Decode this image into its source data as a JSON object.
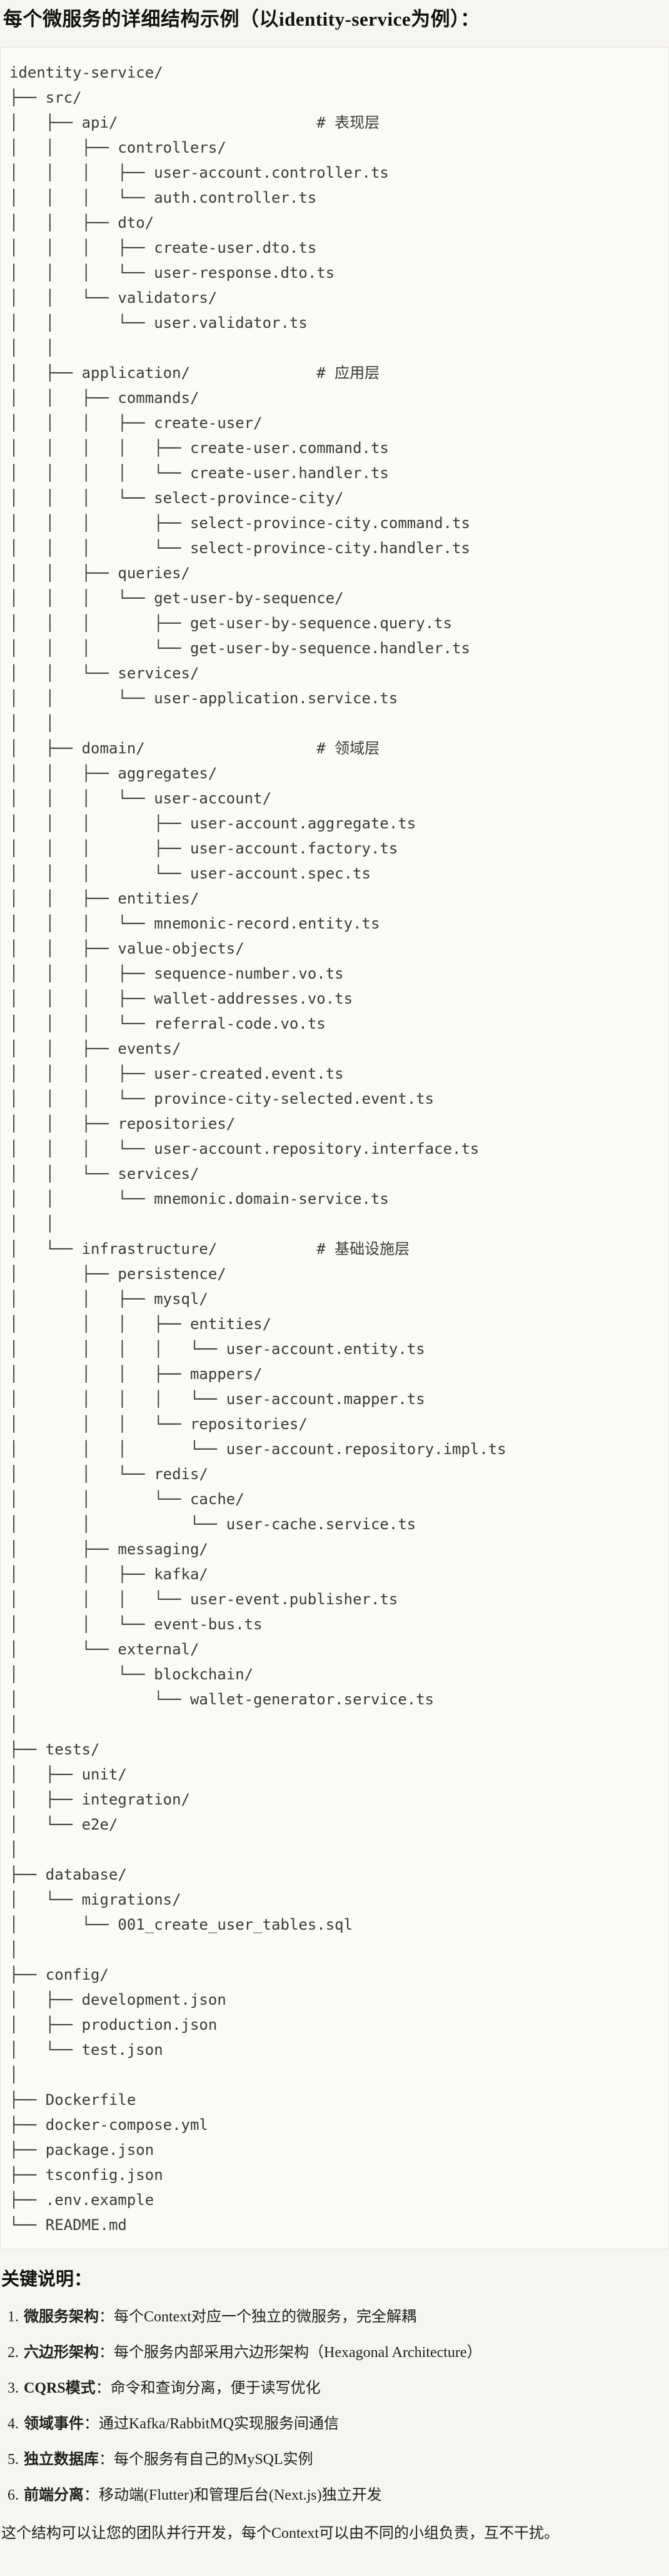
{
  "page": {
    "title": "每个微服务的详细结构示例（以identity-service为例）：",
    "tree": "identity-service/\n├── src/\n│   ├── api/                      # 表现层\n│   │   ├── controllers/\n│   │   │   ├── user-account.controller.ts\n│   │   │   └── auth.controller.ts\n│   │   ├── dto/\n│   │   │   ├── create-user.dto.ts\n│   │   │   └── user-response.dto.ts\n│   │   └── validators/\n│   │       └── user.validator.ts\n│   │\n│   ├── application/              # 应用层\n│   │   ├── commands/\n│   │   │   ├── create-user/\n│   │   │   │   ├── create-user.command.ts\n│   │   │   │   └── create-user.handler.ts\n│   │   │   └── select-province-city/\n│   │   │       ├── select-province-city.command.ts\n│   │   │       └── select-province-city.handler.ts\n│   │   ├── queries/\n│   │   │   └── get-user-by-sequence/\n│   │   │       ├── get-user-by-sequence.query.ts\n│   │   │       └── get-user-by-sequence.handler.ts\n│   │   └── services/\n│   │       └── user-application.service.ts\n│   │\n│   ├── domain/                   # 领域层\n│   │   ├── aggregates/\n│   │   │   └── user-account/\n│   │   │       ├── user-account.aggregate.ts\n│   │   │       ├── user-account.factory.ts\n│   │   │       └── user-account.spec.ts\n│   │   ├── entities/\n│   │   │   └── mnemonic-record.entity.ts\n│   │   ├── value-objects/\n│   │   │   ├── sequence-number.vo.ts\n│   │   │   ├── wallet-addresses.vo.ts\n│   │   │   └── referral-code.vo.ts\n│   │   ├── events/\n│   │   │   ├── user-created.event.ts\n│   │   │   └── province-city-selected.event.ts\n│   │   ├── repositories/\n│   │   │   └── user-account.repository.interface.ts\n│   │   └── services/\n│   │       └── mnemonic.domain-service.ts\n│   │\n│   └── infrastructure/           # 基础设施层\n│       ├── persistence/\n│       │   ├── mysql/\n│       │   │   ├── entities/\n│       │   │   │   └── user-account.entity.ts\n│       │   │   ├── mappers/\n│       │   │   │   └── user-account.mapper.ts\n│       │   │   └── repositories/\n│       │   │       └── user-account.repository.impl.ts\n│       │   └── redis/\n│       │       └── cache/\n│       │           └── user-cache.service.ts\n│       ├── messaging/\n│       │   ├── kafka/\n│       │   │   └── user-event.publisher.ts\n│       │   └── event-bus.ts\n│       └── external/\n│           └── blockchain/\n│               └── wallet-generator.service.ts\n│\n├── tests/\n│   ├── unit/\n│   ├── integration/\n│   └── e2e/\n│\n├── database/\n│   └── migrations/\n│       └── 001_create_user_tables.sql\n│\n├── config/\n│   ├── development.json\n│   ├── production.json\n│   └── test.json\n│\n├── Dockerfile\n├── docker-compose.yml\n├── package.json\n├── tsconfig.json\n├── .env.example\n└── README.md",
    "notes": {
      "heading": "关键说明：",
      "items": [
        {
          "num": "1.",
          "label": "微服务架构",
          "rest": "：每个Context对应一个独立的微服务，完全解耦"
        },
        {
          "num": "2.",
          "label": "六边形架构",
          "rest": "：每个服务内部采用六边形架构（Hexagonal Architecture）"
        },
        {
          "num": "3.",
          "label": "CQRS模式",
          "rest": "：命令和查询分离，便于读写优化"
        },
        {
          "num": "4.",
          "label": "领域事件",
          "rest": "：通过Kafka/RabbitMQ实现服务间通信"
        },
        {
          "num": "5.",
          "label": "独立数据库",
          "rest": "：每个服务有自己的MySQL实例"
        },
        {
          "num": "6.",
          "label": "前端分离",
          "rest": "：移动端(Flutter)和管理后台(Next.js)独立开发"
        }
      ],
      "footer": "这个结构可以让您的团队并行开发，每个Context可以由不同的小组负责，互不干扰。"
    }
  }
}
